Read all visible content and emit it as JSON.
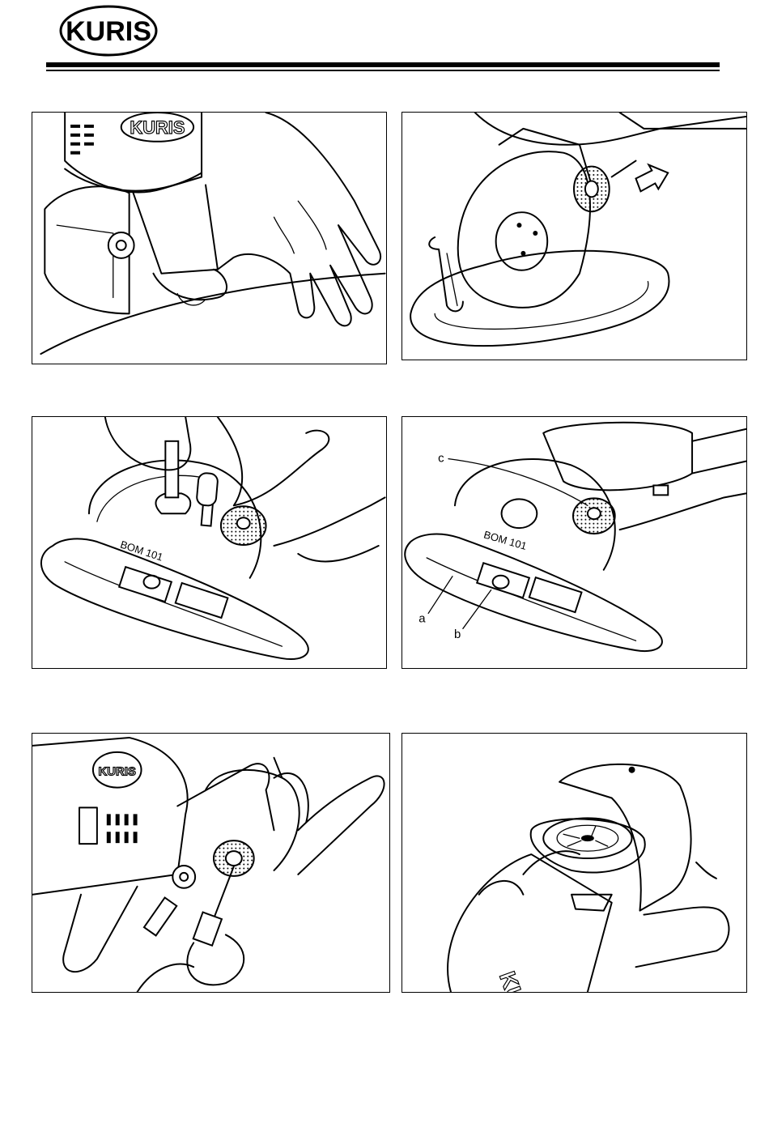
{
  "header": {
    "logo_text": "KURIS"
  },
  "figures": [
    {
      "id": "fig1",
      "labels": []
    },
    {
      "id": "fig2",
      "labels": []
    },
    {
      "id": "fig3",
      "blade_marking": "BOM 101",
      "labels": []
    },
    {
      "id": "fig4",
      "blade_marking": "BOM 101",
      "labels": [
        "c",
        "a",
        "b"
      ]
    },
    {
      "id": "fig5",
      "labels": []
    },
    {
      "id": "fig6",
      "labels": []
    }
  ]
}
